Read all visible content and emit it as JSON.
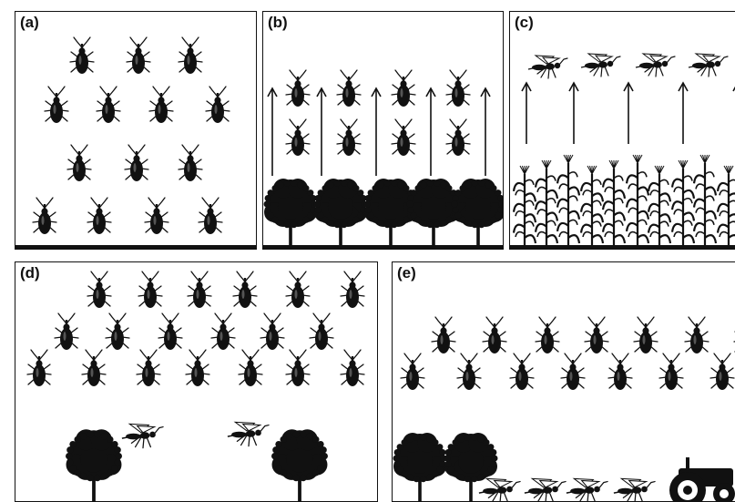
{
  "panels": {
    "a": {
      "label": "(a)"
    },
    "b": {
      "label": "(b)"
    },
    "c": {
      "label": "(c)"
    },
    "d": {
      "label": "(d)"
    },
    "e": {
      "label": "(e)"
    }
  },
  "colors": {
    "ink": "#111111",
    "background": "#ffffff"
  },
  "icons": [
    "weevil-icon",
    "tree-icon",
    "arrow-up-icon",
    "wasp-icon",
    "corn-stalk-icon",
    "tractor-icon"
  ]
}
